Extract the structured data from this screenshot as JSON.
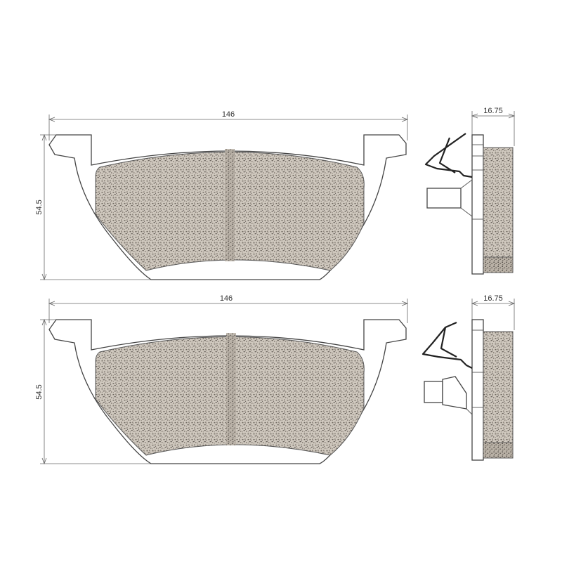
{
  "views": [
    {
      "id": "top",
      "width_label": "146",
      "height_label": "54.5",
      "thickness_label": "16.75"
    },
    {
      "id": "bottom",
      "width_label": "146",
      "height_label": "54.5",
      "thickness_label": "16.75"
    }
  ],
  "colors": {
    "line": "#444444",
    "friction_fill": "#c9c2b8",
    "friction_speckle": "#6e675f",
    "background": "#ffffff"
  }
}
